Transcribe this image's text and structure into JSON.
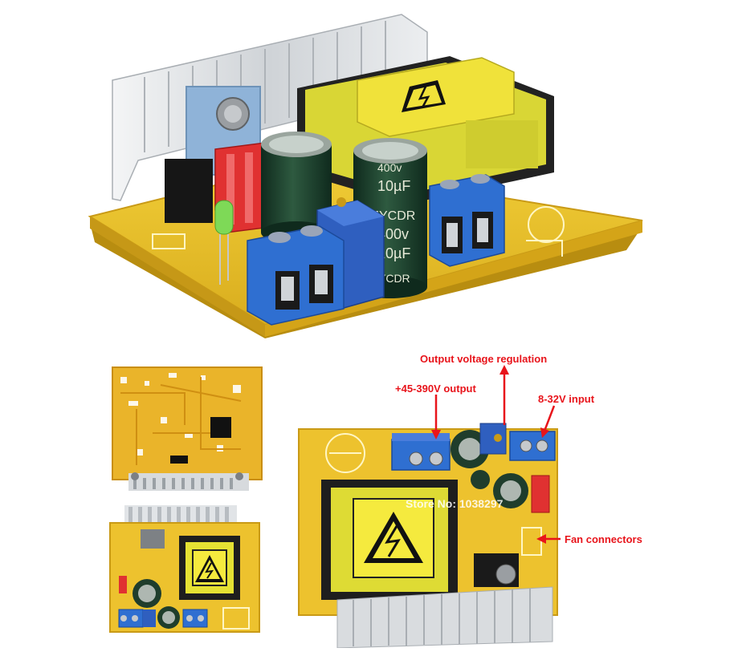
{
  "annotations": {
    "output_voltage_regulation": "Output voltage regulation",
    "output": "+45-390V output",
    "input": "8-32V input",
    "fan_connectors": "Fan connectors"
  },
  "watermark": "Store No: 1038297",
  "component_markings": {
    "capacitor_value_top": "10µF",
    "capacitor_brand": "JYCDR",
    "capacitor_voltage": "400v",
    "capacitor_value_bottom": "10µF",
    "capacitor_brand_bottom": "JYCDR",
    "capacitor_label_top": "400v"
  },
  "colors": {
    "annotation_text": "#e8141b",
    "arrow": "#e8141b",
    "pcb": "#e9c227",
    "pcb_edge": "#c99a16",
    "transformer": "#e3e137",
    "terminal_blue": "#2f6fd1",
    "capacitor_green": "#1f3d2c",
    "heatsink": "#d9dcdf",
    "watermark": "#ffffff"
  }
}
